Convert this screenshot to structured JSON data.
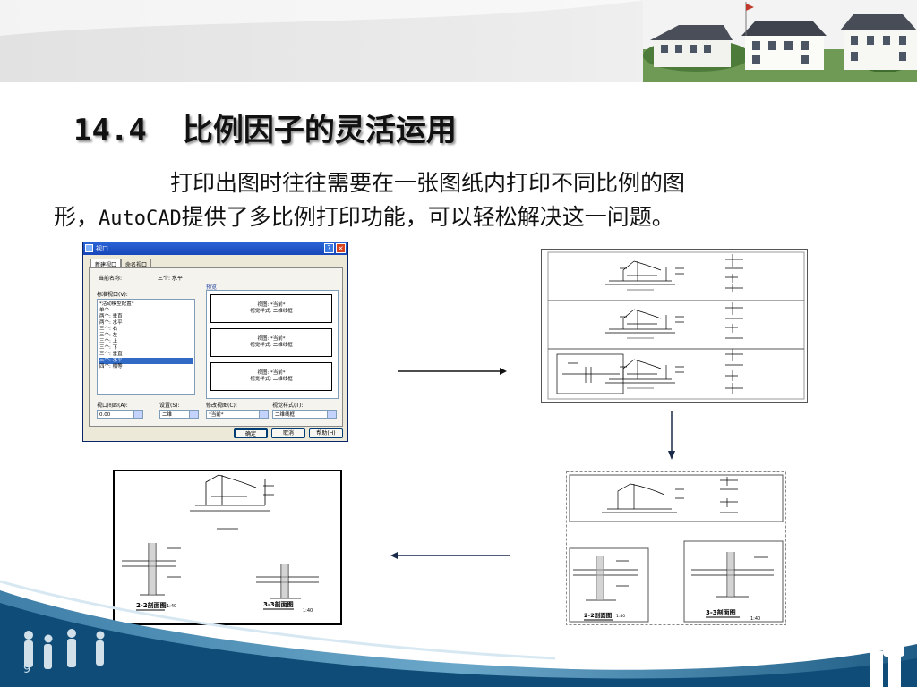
{
  "slide": {
    "title_number": "14.4",
    "title_text": "比例因子的灵活运用",
    "paragraph_line1": "打印出图时往往需要在一张图纸内打印不同比例的图",
    "paragraph_line2_a": "形，",
    "paragraph_line2_b": "AutoCAD",
    "paragraph_line2_c": "提供了多比例打印功能，可以轻松解决这一问题。",
    "page_number": "9"
  },
  "dialog": {
    "title": "视口",
    "help_glyph": "?",
    "close_glyph": "×",
    "tabs": [
      "新建视口",
      "命名视口"
    ],
    "current_name_label": "当前名称:",
    "current_name_value": "三个: 水平",
    "std_viewports_label": "标准视口(V):",
    "preview_label": "预览",
    "list_items": [
      "*活动模型配置*",
      "单个",
      "两个: 垂直",
      "两个: 水平",
      "三个: 右",
      "三个: 左",
      "三个: 上",
      "三个: 下",
      "三个: 垂直",
      "三个: 水平",
      "四个: 相等"
    ],
    "selected_index": 9,
    "preview_boxes": [
      {
        "line1": "视图: *当前*",
        "line2": "视觉样式: 二维线框"
      },
      {
        "line1": "视图: *当前*",
        "line2": "视觉样式: 二维线框"
      },
      {
        "line1": "视图: *当前*",
        "line2": "视觉样式: 二维线框"
      }
    ],
    "spacing_label": "视口间距(A):",
    "spacing_value": "0.00",
    "setup_label": "设置(S):",
    "setup_value": "二维",
    "change_view_label": "修改视图(C):",
    "change_view_value": "*当前*",
    "visual_style_label": "视觉样式(T):",
    "visual_style_value": "二维线框",
    "ok_label": "确定",
    "cancel_label": "取消",
    "help_label": "帮助(H)"
  },
  "drawings": {
    "section_22": "2-2剖面图",
    "section_33": "3-3剖面图",
    "scale_22": "1:40",
    "scale_33": "1:40"
  }
}
